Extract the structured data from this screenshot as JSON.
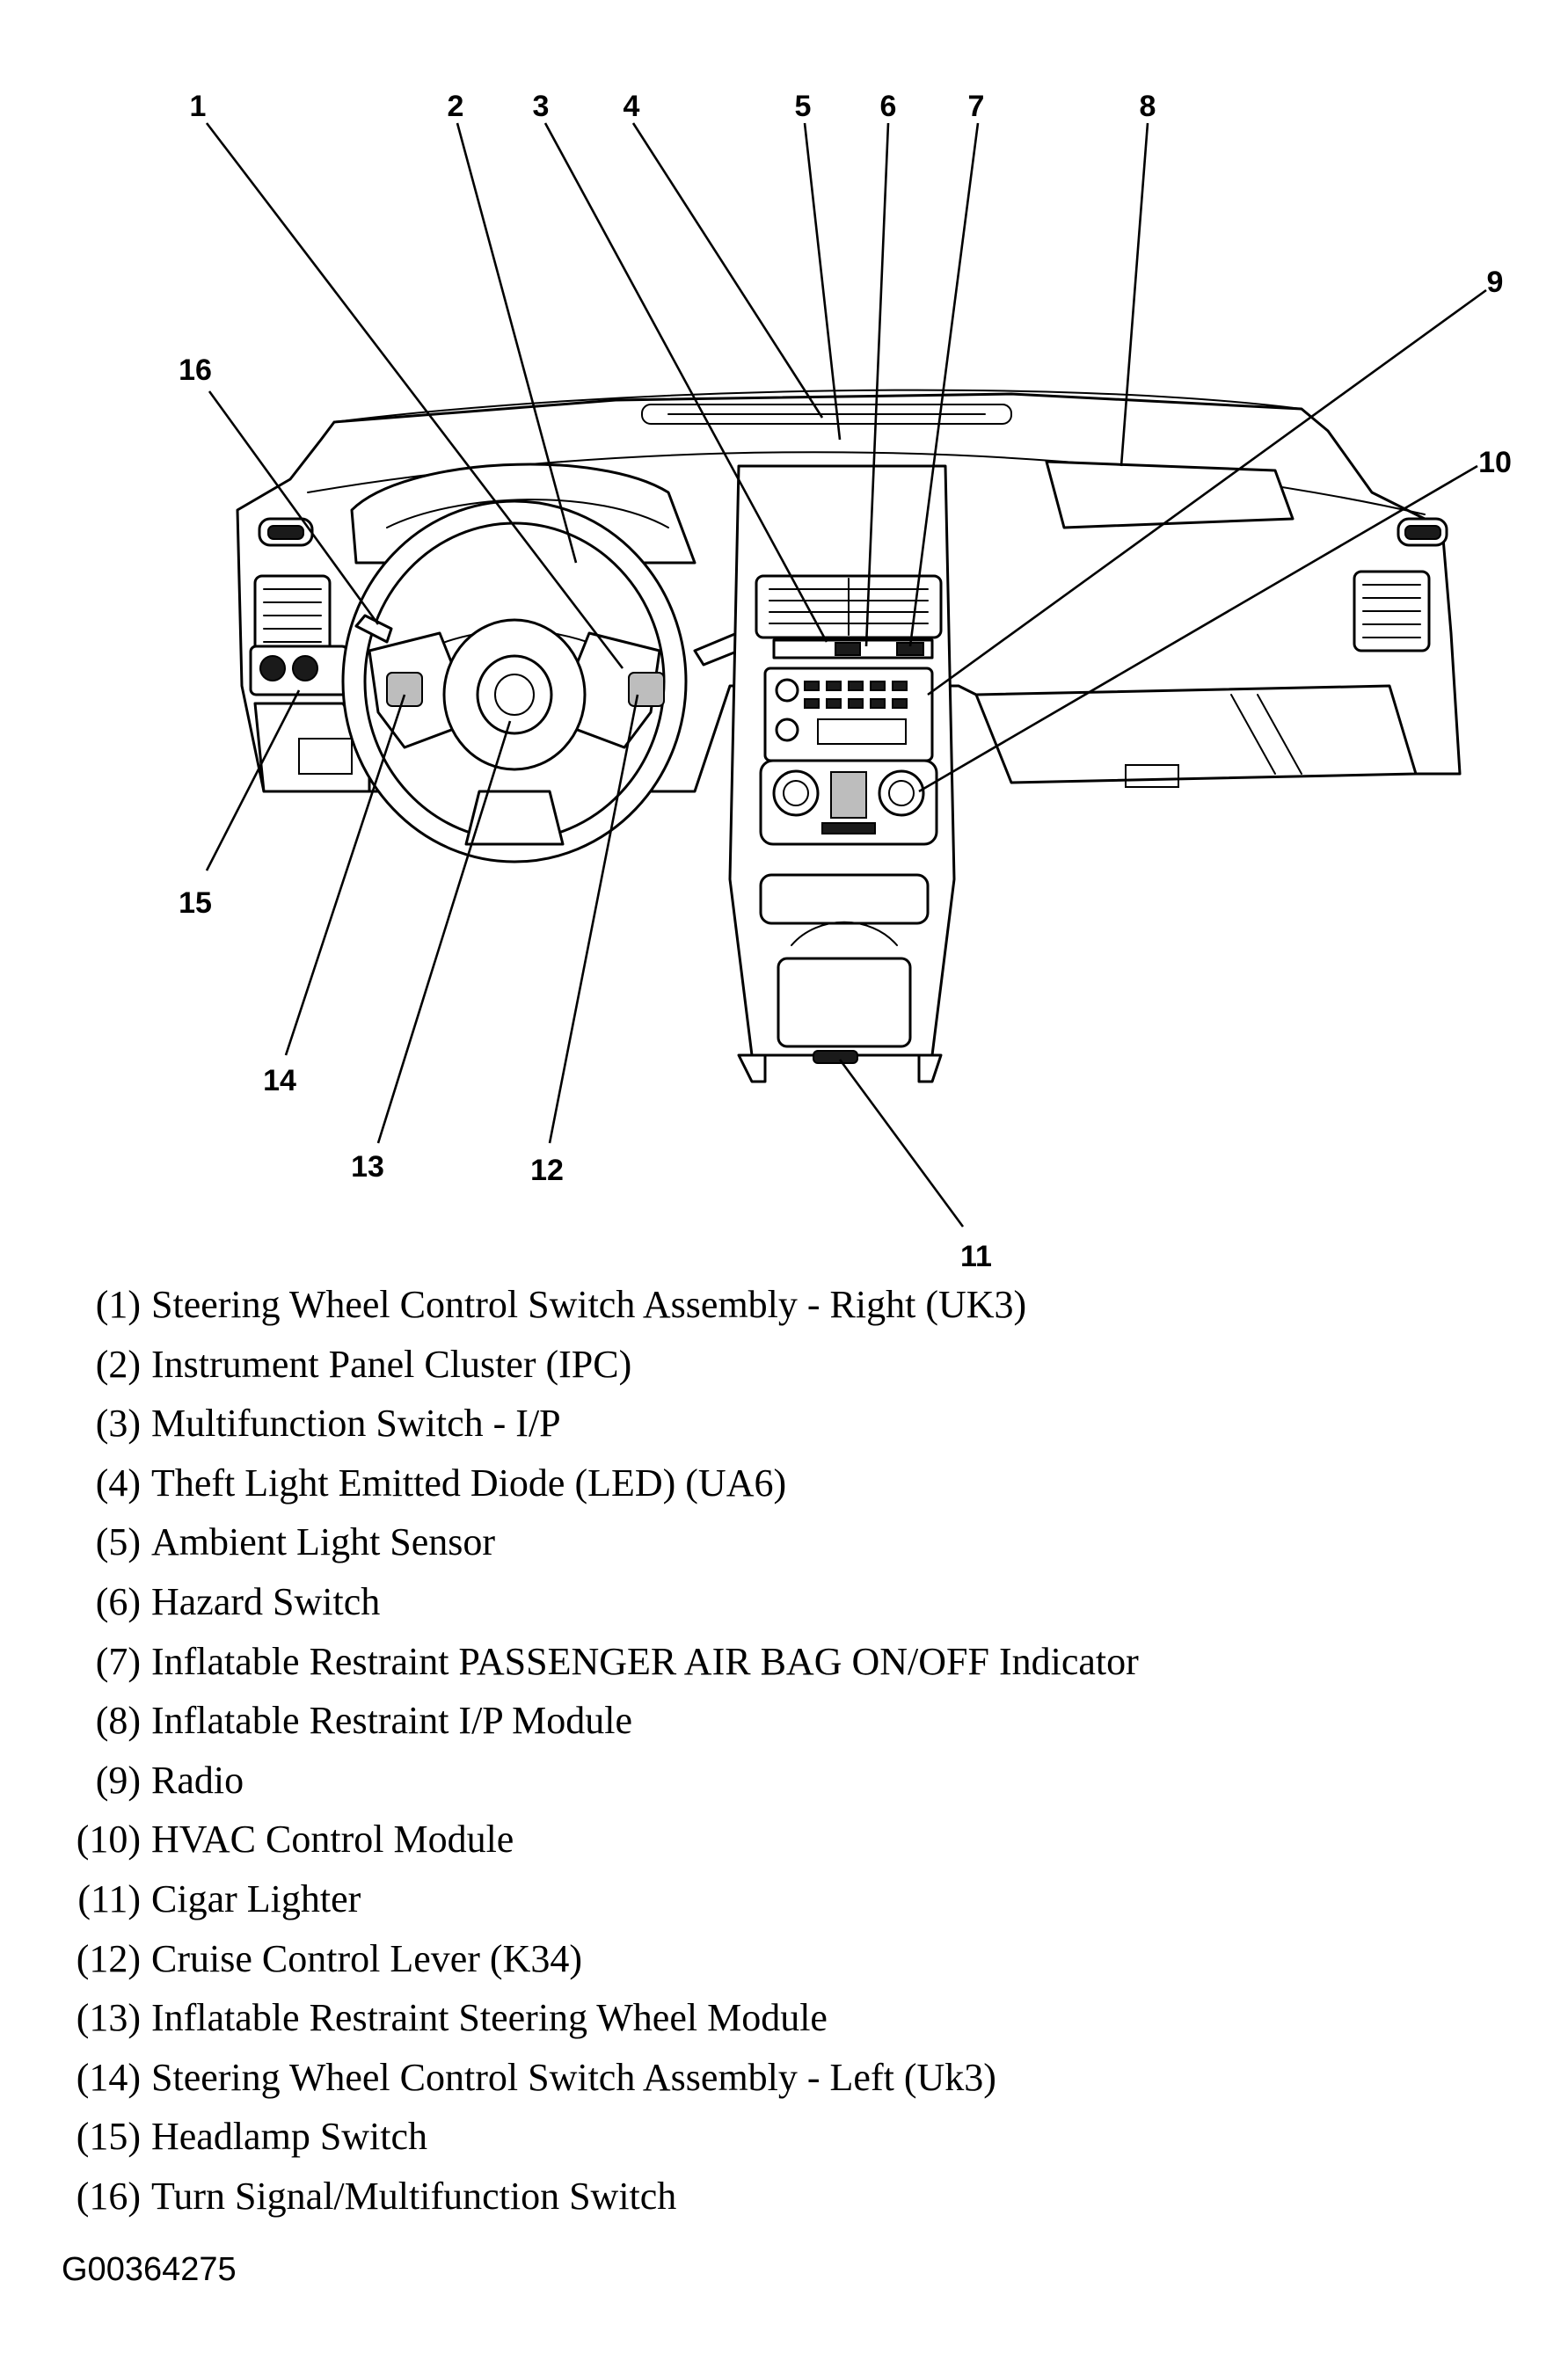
{
  "callouts": [
    "1",
    "2",
    "3",
    "4",
    "5",
    "6",
    "7",
    "8",
    "9",
    "10",
    "11",
    "12",
    "13",
    "14",
    "15",
    "16"
  ],
  "legend": [
    {
      "num": "(1)",
      "text": "Steering Wheel Control Switch Assembly - Right (UK3)"
    },
    {
      "num": "(2)",
      "text": "Instrument Panel Cluster (IPC)"
    },
    {
      "num": "(3)",
      "text": "Multifunction Switch - I/P"
    },
    {
      "num": "(4)",
      "text": "Theft Light Emitted Diode (LED) (UA6)"
    },
    {
      "num": "(5)",
      "text": "Ambient Light Sensor"
    },
    {
      "num": "(6)",
      "text": "Hazard Switch"
    },
    {
      "num": "(7)",
      "text": "Inflatable Restraint PASSENGER AIR BAG ON/OFF Indicator"
    },
    {
      "num": "(8)",
      "text": "Inflatable Restraint I/P Module"
    },
    {
      "num": "(9)",
      "text": "Radio"
    },
    {
      "num": "(10)",
      "text": "HVAC Control Module"
    },
    {
      "num": "(11)",
      "text": "Cigar Lighter"
    },
    {
      "num": "(12)",
      "text": "Cruise Control Lever (K34)"
    },
    {
      "num": "(13)",
      "text": "Inflatable Restraint Steering Wheel Module"
    },
    {
      "num": "(14)",
      "text": "Steering Wheel Control Switch Assembly - Left (Uk3)"
    },
    {
      "num": "(15)",
      "text": "Headlamp Switch"
    },
    {
      "num": "(16)",
      "text": "Turn Signal/Multifunction Switch"
    }
  ],
  "figure_id": "G00364275"
}
